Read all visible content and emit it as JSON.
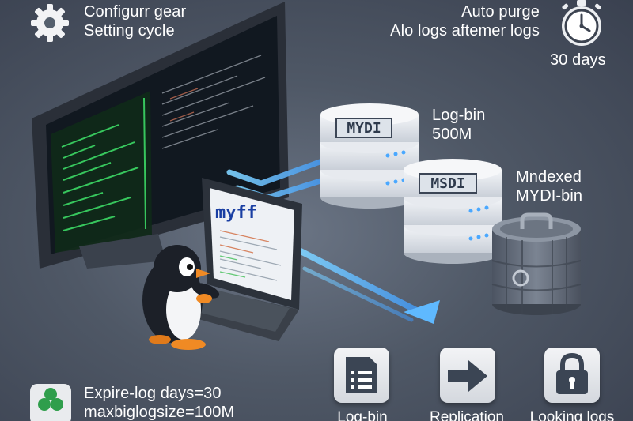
{
  "config": {
    "line1": "Configurr gear",
    "line2": "Setting cycle"
  },
  "purge": {
    "line1": "Auto purge",
    "line2": "Alo logs aftemer logs",
    "days": "30 days"
  },
  "servers": {
    "top_plate": "MYDI",
    "mid_plate": "MSDI",
    "logbin_line1": "Log-bin",
    "logbin_line2": "500M",
    "indexed_line1": "Mndexed",
    "indexed_line2": "MYDI-bin"
  },
  "laptop": {
    "title": "myff"
  },
  "settings": {
    "line1": "Expire-log days=30",
    "line2": "maxbiglogsize=100M"
  },
  "tiles": [
    {
      "label": "Log-bin",
      "icon": "document-list-icon"
    },
    {
      "label": "Replication",
      "icon": "arrow-right-icon"
    },
    {
      "label": "Looking logs",
      "icon": "lock-icon"
    }
  ],
  "colors": {
    "accent_blue": "#4aa8ff",
    "terminal_green": "#3fe36a",
    "tile_icon": "#3b4554"
  }
}
